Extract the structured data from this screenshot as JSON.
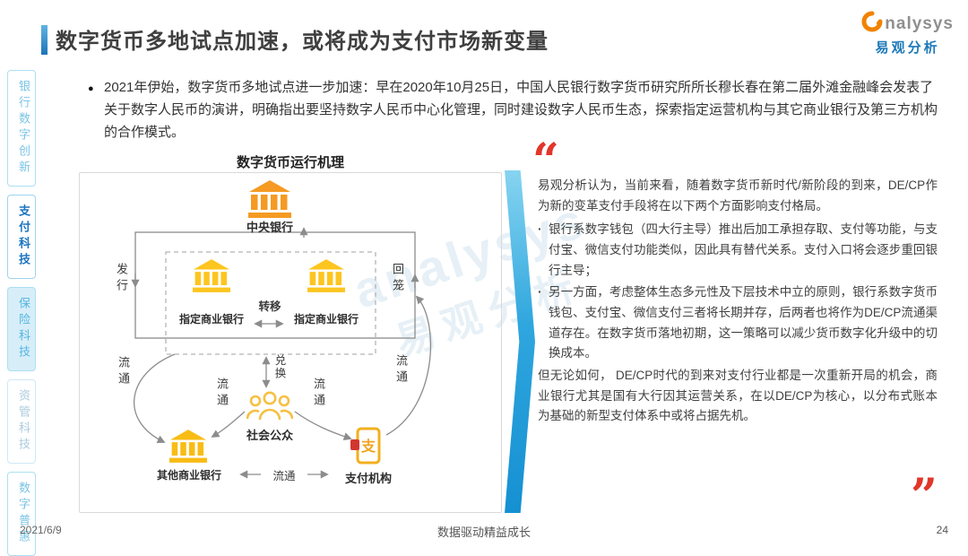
{
  "header": {
    "title": "数字货币多地试点加速，或将成为支付市场新变量",
    "logo_brand": "nalysys",
    "logo_cn": "易观分析"
  },
  "sidebar": {
    "items": [
      {
        "label": "银行数字创新"
      },
      {
        "label": "支付科技"
      },
      {
        "label": "保险科技"
      },
      {
        "label": "资管科技"
      },
      {
        "label": "数字普惠"
      }
    ]
  },
  "intro": {
    "bullet": "●",
    "text": "2021年伊始，数字货币多地试点进一步加速：早在2020年10月25日，中国人民银行数字货币研究所所长穆长春在第二届外滩金融峰会发表了关于数字人民币的演讲，明确指出要坚持数字人民币中心化管理，同时建设数字人民币生态，探索指定运营机构与其它商业银行及第三方机构的合作模式。"
  },
  "diagram": {
    "title": "数字货币运行机理",
    "nodes": {
      "central_bank": "中央银行",
      "designated_bank_left": "指定商业银行",
      "designated_bank_right": "指定商业银行",
      "public": "社会公众",
      "other_bank": "其他商业银行",
      "payment_org": "支付机构"
    },
    "labels": {
      "issue": "发行",
      "recall": "回笼",
      "transfer": "转移",
      "exchange": "兑换",
      "circulate": "流通"
    },
    "payment_icon_char": "支"
  },
  "insight": {
    "quote_open": "“",
    "quote_close": "”",
    "lead": "易观分析认为，当前来看，随着数字货币新时代/新阶段的到来，DE/CP作为新的变革支付手段将在以下两个方面影响支付格局。",
    "bullet_char": "·",
    "points": [
      "银行系数字钱包（四大行主导）推出后加工承担存取、支付等功能，与支付宝、微信支付功能类似，因此具有替代关系。支付入口将会逐步重回银行主导；",
      "另一方面，考虑整体生态多元性及下层技术中立的原则，银行系数字货币钱包、支付宝、微信支付三者将长期并存，后两者也将作为DE/CP流通渠道存在。在数字货币落地初期，这一策略可以减少货币数字化升级中的切换成本。"
    ],
    "conclusion": "但无论如何， DE/CP时代的到来对支付行业都是一次重新开局的机会，商业银行尤其是国有大行因其运营关系，在以DE/CP为核心，以分布式账本为基础的新型支付体系中或将占据先机。"
  },
  "footer": {
    "date": "2021/6/9",
    "slogan": "数据驱动精益成长",
    "page": "24"
  },
  "watermark": {
    "line1": "analysys",
    "line2": "易观分析"
  }
}
